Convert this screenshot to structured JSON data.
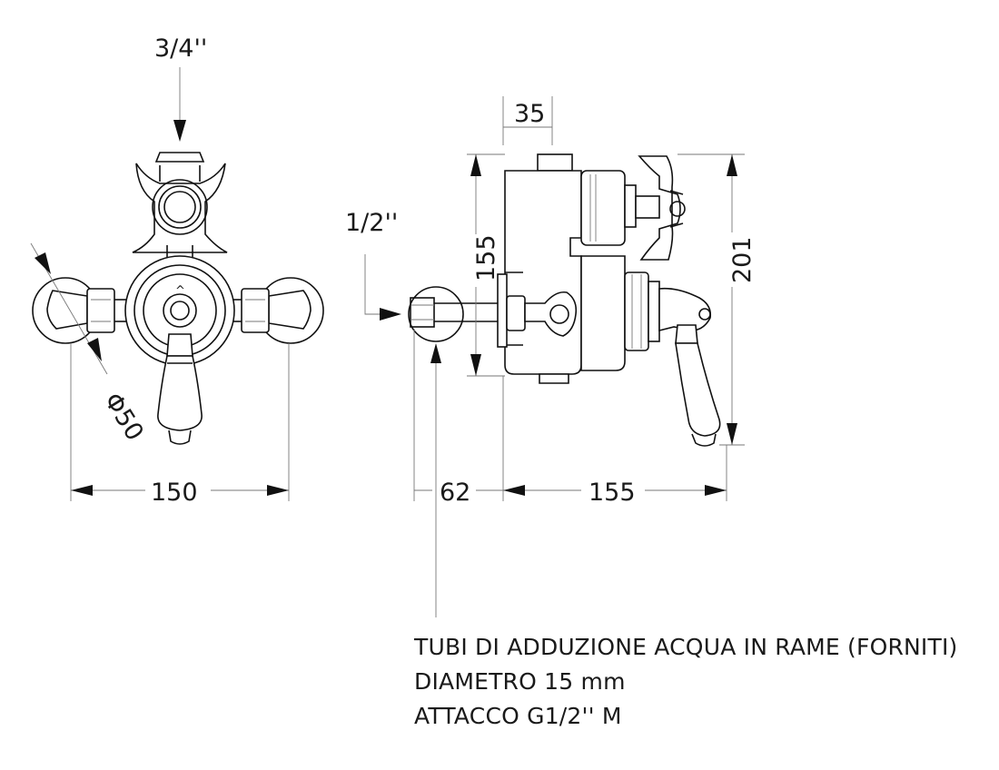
{
  "dimensions": {
    "front_top_connection": "3/4''",
    "front_round_diameter": "Φ50",
    "front_width": "150",
    "side_connection": "1/2''",
    "side_depth_top": "35",
    "side_body_height": "155",
    "side_total_height": "201",
    "side_pipe_length": "62",
    "side_body_depth": "155"
  },
  "note": {
    "line1": "TUBI DI ADDUZIONE ACQUA IN RAME (FORNITI)",
    "line2": "DIAMETRO 15 mm",
    "line3": "ATTACCO G1/2'' M"
  }
}
